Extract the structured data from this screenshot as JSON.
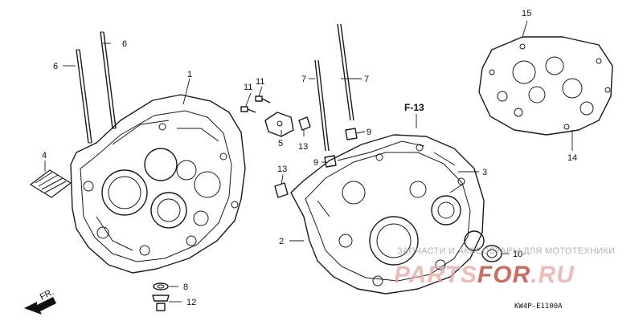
{
  "diagram": {
    "part_labels": [
      {
        "id": "1",
        "text": "1"
      },
      {
        "id": "2",
        "text": "2"
      },
      {
        "id": "3",
        "text": "3"
      },
      {
        "id": "4",
        "text": "4"
      },
      {
        "id": "5",
        "text": "5"
      },
      {
        "id": "6a",
        "text": "6"
      },
      {
        "id": "6b",
        "text": "6"
      },
      {
        "id": "7a",
        "text": "7"
      },
      {
        "id": "7b",
        "text": "7"
      },
      {
        "id": "8",
        "text": "8"
      },
      {
        "id": "9a",
        "text": "9"
      },
      {
        "id": "9b",
        "text": "9"
      },
      {
        "id": "10",
        "text": "10"
      },
      {
        "id": "11a",
        "text": "11"
      },
      {
        "id": "11b",
        "text": "11"
      },
      {
        "id": "12",
        "text": "12"
      },
      {
        "id": "13a",
        "text": "13"
      },
      {
        "id": "13b",
        "text": "13"
      },
      {
        "id": "14",
        "text": "14"
      },
      {
        "id": "15",
        "text": "15"
      }
    ],
    "section_ref": "F-13",
    "front_marker": "FR.",
    "diagram_code": "KW4P-E1100A"
  },
  "watermark": {
    "top_text": "ЗАПЧАСТИ И АКСЕССУАРЫ ДЛЯ МОТОТЕХНИКИ",
    "brand_part1": "PARTS",
    "brand_part2": "FOR",
    "brand_part3": ".RU",
    "brand_color": "#c0392b",
    "brand_color_light": "#e6a6a0"
  }
}
